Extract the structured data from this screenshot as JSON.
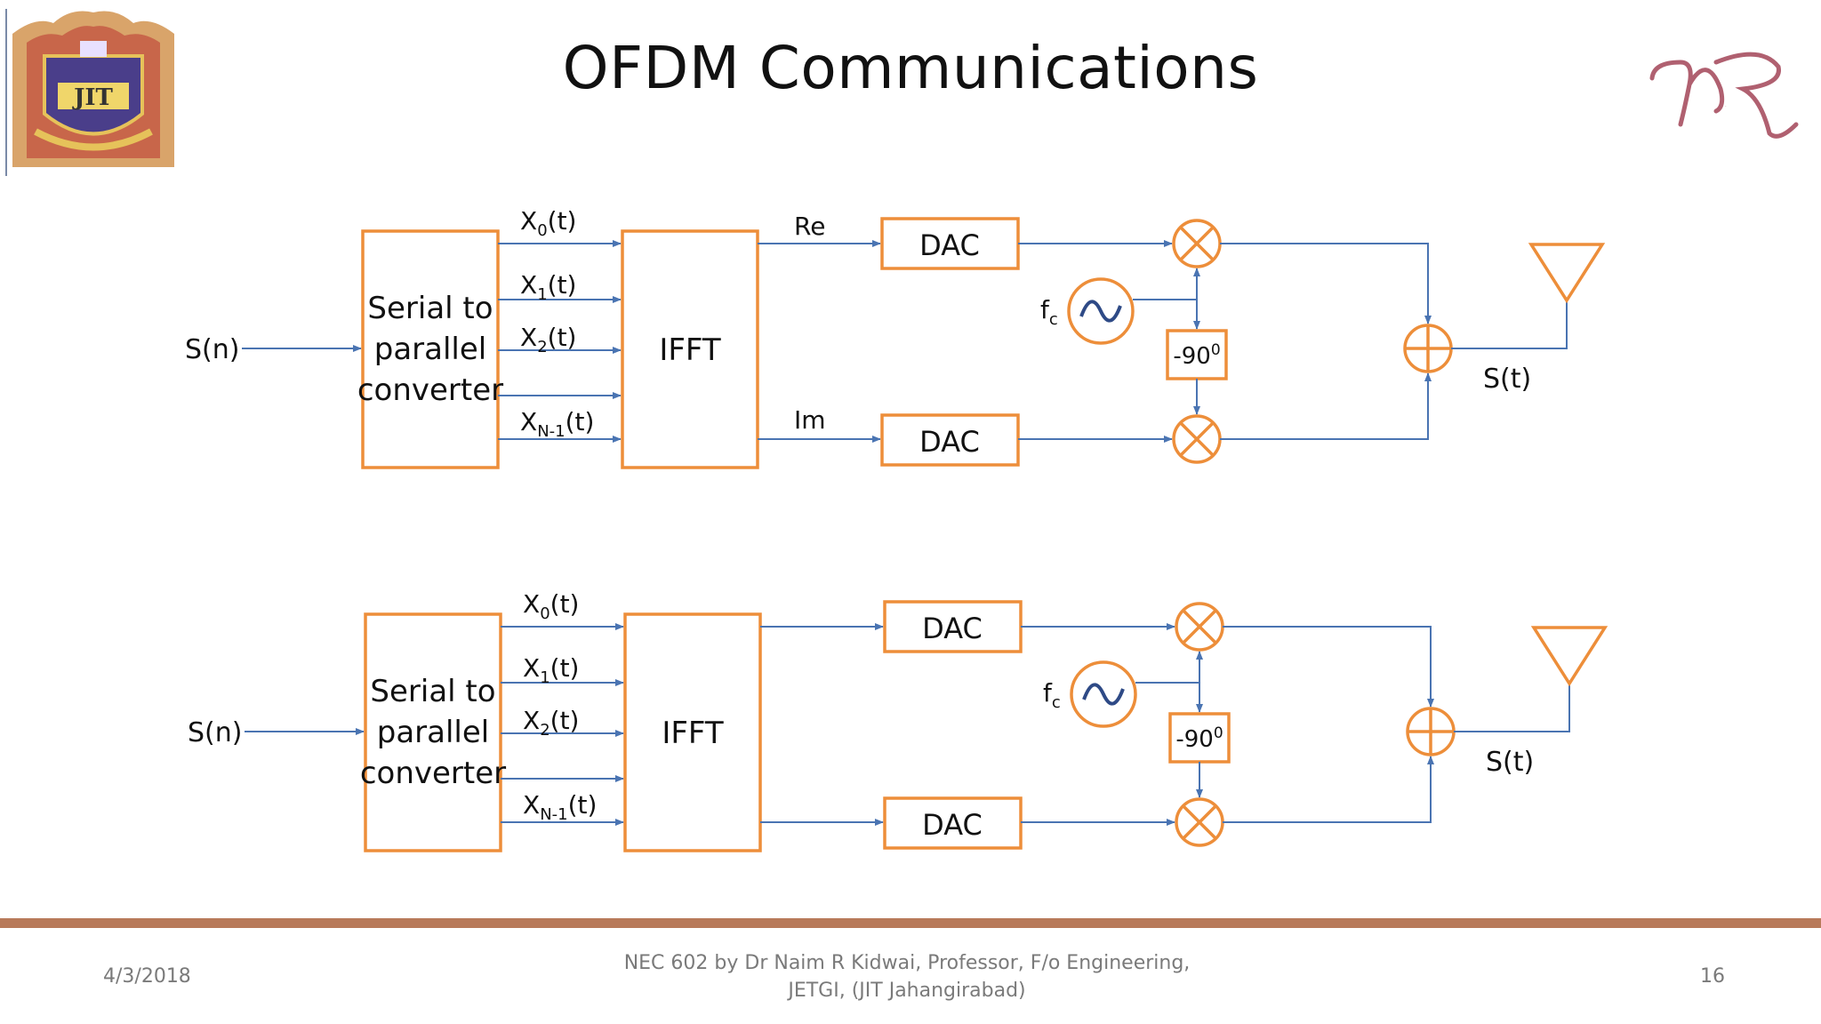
{
  "slide": {
    "title": "OFDM Communications",
    "logo_left_text": "JIT",
    "logo_right_text": "NR"
  },
  "diagram": {
    "blocks": {
      "serial_to_parallel": [
        "Serial to",
        "parallel",
        "converter"
      ],
      "ifft": "IFFT",
      "dac": "DAC",
      "phase_shift": "-90",
      "phase_shift_sup": "0"
    },
    "signals": {
      "input": "S(n)",
      "output": "S(t)",
      "carrier": "f",
      "carrier_sub": "c",
      "re": "Re",
      "im": "Im",
      "x_labels": [
        {
          "main": "X",
          "sub": "0",
          "tail": "(t)"
        },
        {
          "main": "X",
          "sub": "1",
          "tail": "(t)"
        },
        {
          "main": "X",
          "sub": "2",
          "tail": "(t)"
        },
        {
          "main": "X",
          "sub": "N-1",
          "tail": "(t)"
        }
      ]
    },
    "colors": {
      "block_border": "#ed8e3a",
      "arrow": "#4a74b2",
      "oscillator_wave": "#2e4a86"
    }
  },
  "footer": {
    "date": "4/3/2018",
    "line1": "NEC 602 by Dr Naim R Kidwai, Professor, F/o Engineering,",
    "line2": "JETGI, (JIT Jahangirabad)",
    "page": "16"
  }
}
